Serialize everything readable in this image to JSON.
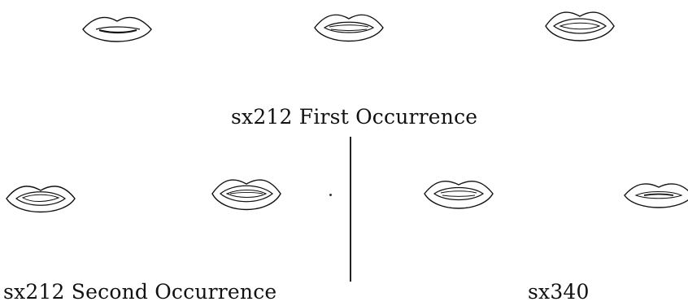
{
  "captions": {
    "first": "sx212 First Occurrence",
    "second": "sx212 Second Occurrence",
    "third": "sx340"
  },
  "colors": {
    "ink": "#111111",
    "background": "#ffffff"
  }
}
